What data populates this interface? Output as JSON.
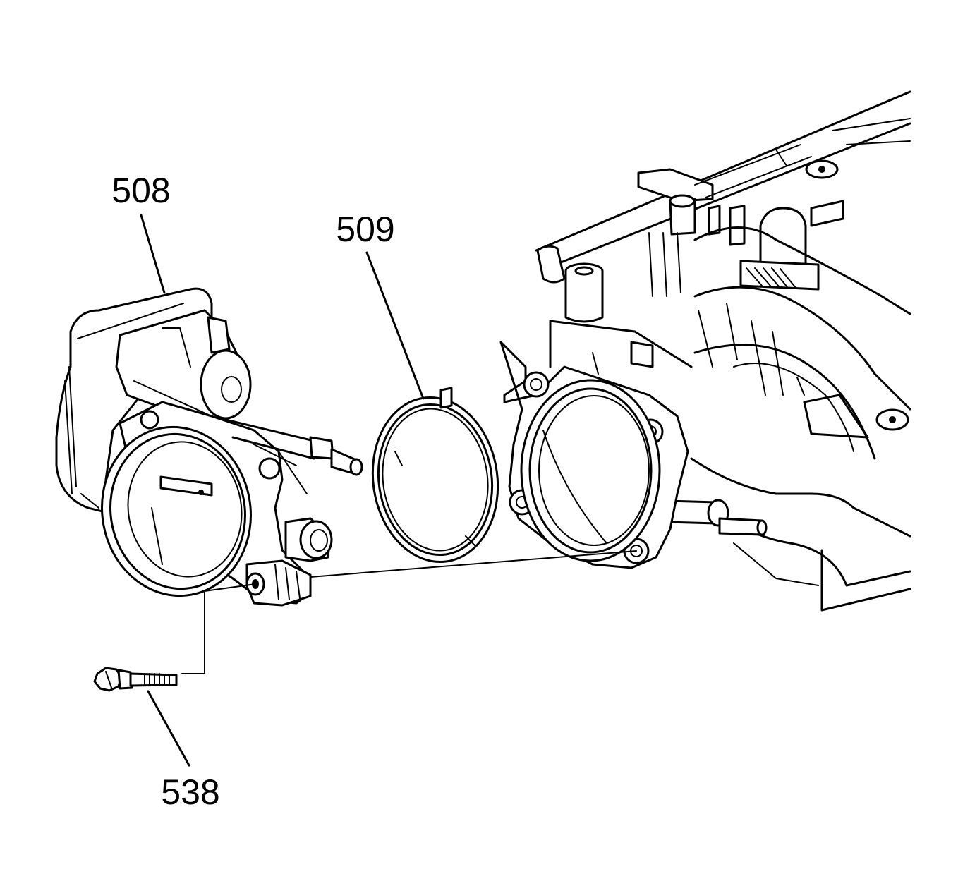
{
  "callouts": {
    "throttle_body": "508",
    "gasket": "509",
    "bolt": "538"
  },
  "colors": {
    "line": "#000000",
    "background": "#ffffff"
  }
}
